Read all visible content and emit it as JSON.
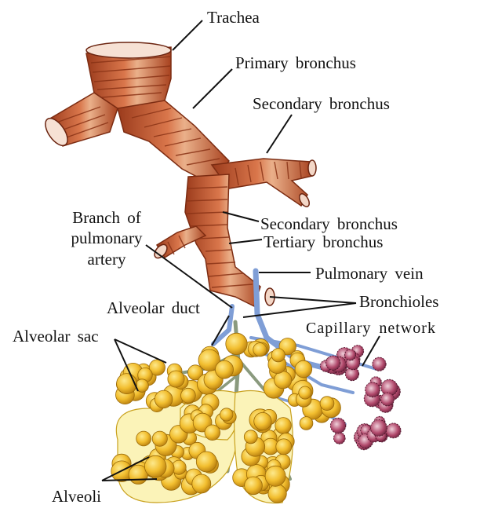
{
  "labels": {
    "trachea": "Trachea",
    "primary_bronchus": "Primary bronchus",
    "secondary_bronchus_top": "Secondary bronchus",
    "secondary_bronchus_mid": "Secondary bronchus",
    "tertiary_bronchus": "Tertiary bronchus",
    "branch_line1": "Branch of",
    "branch_line2": "pulmonary",
    "branch_line3": "artery",
    "pulmonary_vein": "Pulmonary vein",
    "alveolar_duct": "Alveolar duct",
    "bronchioles": "Bronchioles",
    "capillary_network": "Capillary network",
    "alveolar_sac": "Alveolar sac",
    "alveoli": "Alveoli"
  },
  "colors": {
    "bronchus": "#c95a36",
    "bronchus_dark": "#8e3418",
    "bronchus_light": "#e6a27a",
    "alveoli": "#f1bd2e",
    "alveoli_dark": "#b07a10",
    "alveoli_light": "#fbe27a",
    "vessel_blue": "#7f9ed6",
    "vessel_grey": "#8a9a7e",
    "capillary": "#b0476a",
    "leader_line": "#111111"
  }
}
